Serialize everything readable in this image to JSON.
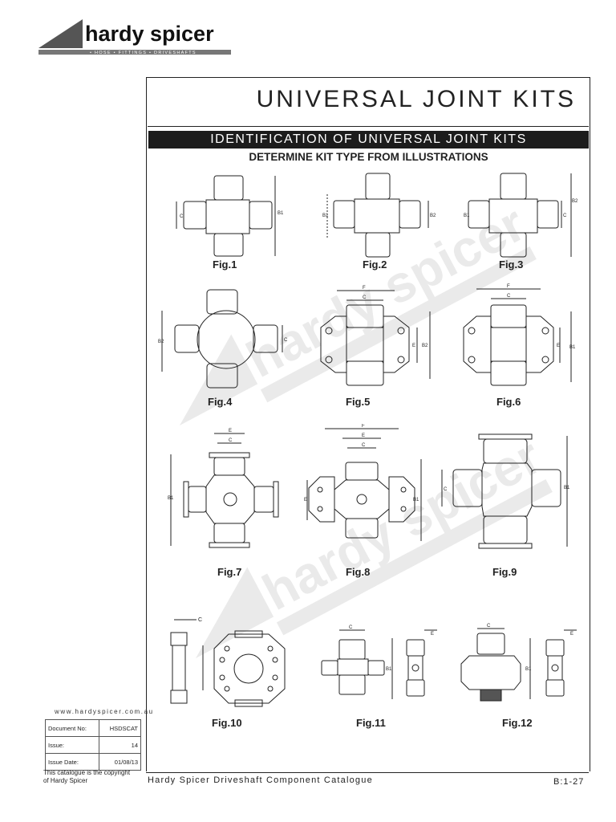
{
  "brand": {
    "name": "hardy spicer",
    "tagline": "• HOSE • FITTINGS • DRIVESHAFTS"
  },
  "header": {
    "title": "UNIVERSAL JOINT KITS",
    "section_bar": "IDENTIFICATION OF UNIVERSAL JOINT KITS",
    "subheading": "DETERMINE KIT TYPE FROM ILLUSTRATIONS"
  },
  "figures": {
    "fig1": "Fig.1",
    "fig2": "Fig.2",
    "fig3": "Fig.3",
    "fig4": "Fig.4",
    "fig5": "Fig.5",
    "fig6": "Fig.6",
    "fig7": "Fig.7",
    "fig8": "Fig.8",
    "fig9": "Fig.9",
    "fig10": "Fig.10",
    "fig11": "Fig.11",
    "fig12": "Fig.12"
  },
  "dimension_labels": {
    "c": "C",
    "b1": "B1",
    "b2": "B2",
    "e": "E",
    "f": "F"
  },
  "footer": {
    "website": "www.hardyspicer.com.au",
    "doc_rows": [
      {
        "label": "Document No:",
        "value": "HSDSCAT"
      },
      {
        "label": "Issue:",
        "value": "14"
      },
      {
        "label": "Issue Date:",
        "value": "01/08/13"
      }
    ],
    "copyright_line1": "This catalogue is the copyright",
    "copyright_line2": "of  Hardy Spicer",
    "catalogue_title": "Hardy Spicer Driveshaft Component Catalogue",
    "page_number": "B:1-27"
  },
  "colors": {
    "ink": "#1a1a1a",
    "watermark": "#e8e8e8",
    "bar": "#1c1c1c"
  }
}
